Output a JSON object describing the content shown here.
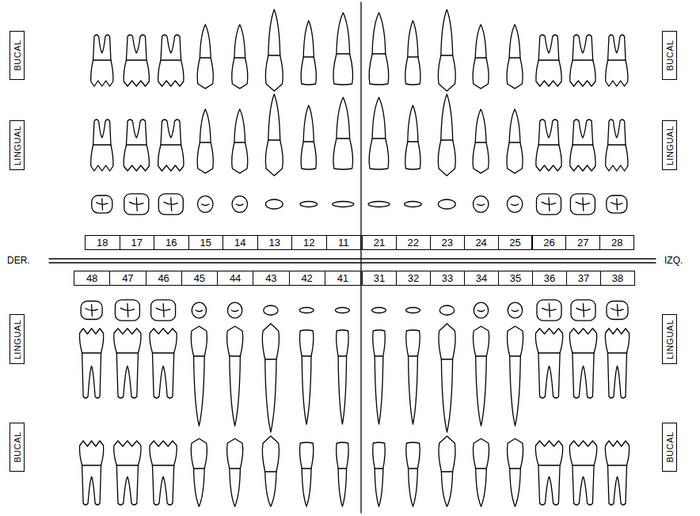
{
  "diagram": {
    "nodes": [
      {
        "text": [
          "BUCAL"
        ]
      },
      {
        "text": [
          "BUCAL"
        ]
      },
      {
        "text": [
          "LINGUAL"
        ]
      },
      {
        "text": [
          "LINGUAL"
        ]
      },
      {
        "text": [
          "18"
        ]
      },
      {
        "text": [
          "17"
        ]
      },
      {
        "text": [
          "16"
        ]
      },
      {
        "text": [
          "15"
        ]
      },
      {
        "text": [
          "14"
        ]
      },
      {
        "text": [
          "13"
        ]
      },
      {
        "text": [
          "12"
        ]
      },
      {
        "text": [
          "11"
        ]
      },
      {
        "text": [
          "21"
        ]
      },
      {
        "text": [
          "22"
        ]
      },
      {
        "text": [
          "23"
        ]
      },
      {
        "text": [
          "24"
        ]
      },
      {
        "text": [
          "25"
        ]
      },
      {
        "text": [
          "26"
        ]
      },
      {
        "text": [
          "27"
        ]
      },
      {
        "text": [
          "28"
        ]
      },
      {
        "text": [
          "48"
        ]
      },
      {
        "text": [
          "47"
        ]
      },
      {
        "text": [
          "46"
        ]
      },
      {
        "text": [
          "45"
        ]
      },
      {
        "text": [
          "44"
        ]
      },
      {
        "text": [
          "43"
        ]
      },
      {
        "text": [
          "42"
        ]
      },
      {
        "text": [
          "41"
        ]
      },
      {
        "text": [
          "31"
        ]
      },
      {
        "text": [
          "32"
        ]
      },
      {
        "text": [
          "33"
        ]
      },
      {
        "text": [
          "34"
        ]
      },
      {
        "text": [
          "35"
        ]
      },
      {
        "text": [
          "36"
        ]
      },
      {
        "text": [
          "37"
        ]
      },
      {
        "text": [
          "38"
        ]
      },
      {
        "text": [
          "LINGUAL"
        ]
      },
      {
        "text": [
          "LINGUAL"
        ]
      },
      {
        "text": [
          "BUCAL"
        ]
      },
      {
        "text": [
          "BUCAL"
        ]
      }
    ],
    "labels": [
      "DER.",
      "IZQ."
    ]
  }
}
